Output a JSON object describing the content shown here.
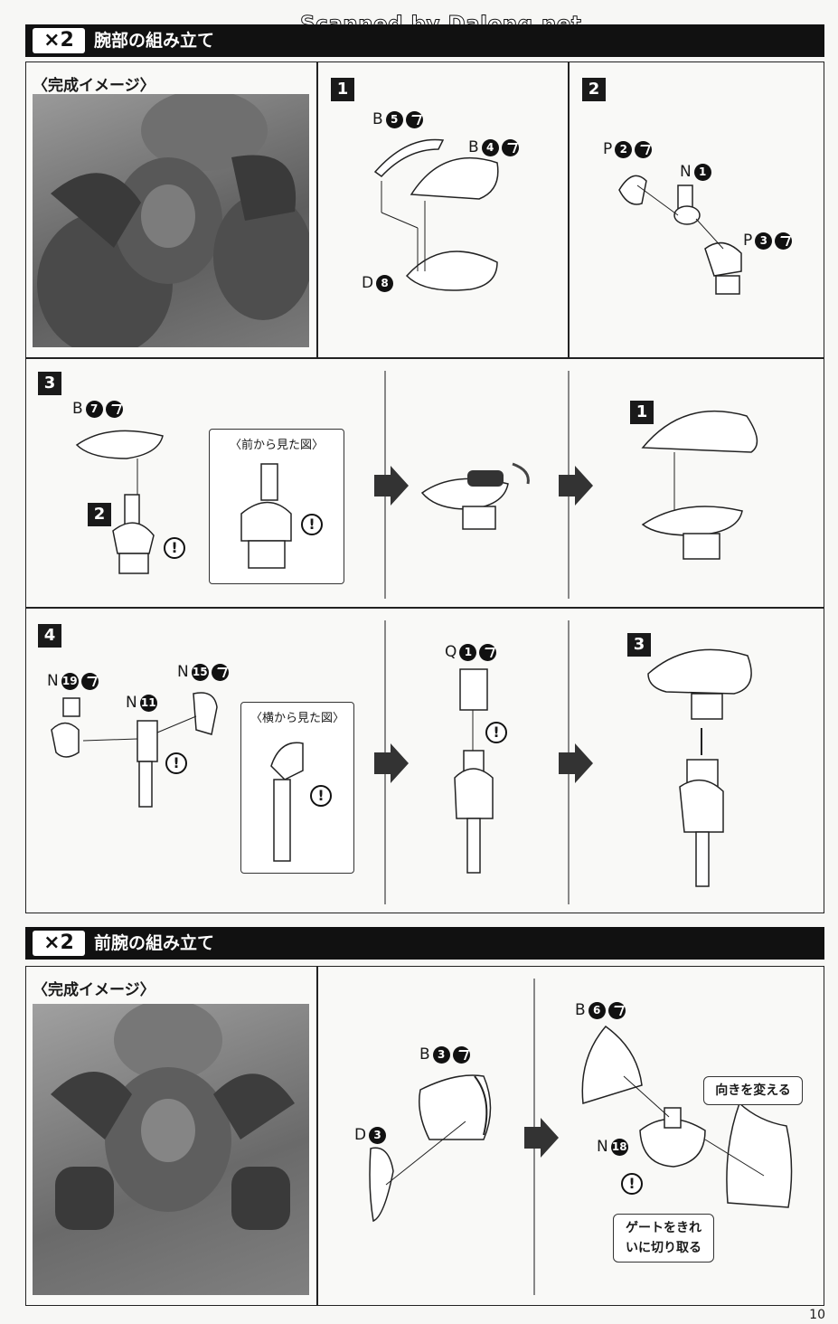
{
  "watermark": "Scanned by Dalong.net",
  "section1": {
    "multiplier": "×2",
    "title": "腕部の組み立て",
    "caption": "〈完成イメージ〉"
  },
  "section2": {
    "multiplier": "×2",
    "title": "前腕の組み立て",
    "caption": "〈完成イメージ〉"
  },
  "steps": {
    "s1": "1",
    "s2": "2",
    "s3": "3",
    "s4": "4",
    "ref1": "1",
    "ref2": "2",
    "ref3": "3"
  },
  "parts": {
    "s1_a": {
      "letter": "B",
      "num": "5"
    },
    "s1_b": {
      "letter": "B",
      "num": "4"
    },
    "s1_c": {
      "letter": "D",
      "num": "8"
    },
    "s2_a": {
      "letter": "P",
      "num": "2"
    },
    "s2_b": {
      "letter": "N",
      "num": "1"
    },
    "s2_c": {
      "letter": "P",
      "num": "3"
    },
    "s3_a": {
      "letter": "B",
      "num": "7"
    },
    "s4_a": {
      "letter": "N",
      "num": "19"
    },
    "s4_b": {
      "letter": "N",
      "num": "15"
    },
    "s4_c": {
      "letter": "N",
      "num": "11"
    },
    "s4_d": {
      "letter": "Q",
      "num": "1"
    },
    "f_a": {
      "letter": "B",
      "num": "3"
    },
    "f_b": {
      "letter": "D",
      "num": "3"
    },
    "f_c": {
      "letter": "B",
      "num": "6"
    },
    "f_d": {
      "letter": "N",
      "num": "18"
    }
  },
  "insets": {
    "front_view": "〈前から見た図〉",
    "side_view": "〈横から見た図〉"
  },
  "callouts": {
    "change_direction": "向きを変える",
    "gate_line1": "ゲートをきれ",
    "gate_line2": "いに切り取る"
  },
  "warn_symbol": "!",
  "page_number": "10",
  "icons": [
    "cut-icon",
    "warning-icon",
    "arrow-right-icon"
  ]
}
